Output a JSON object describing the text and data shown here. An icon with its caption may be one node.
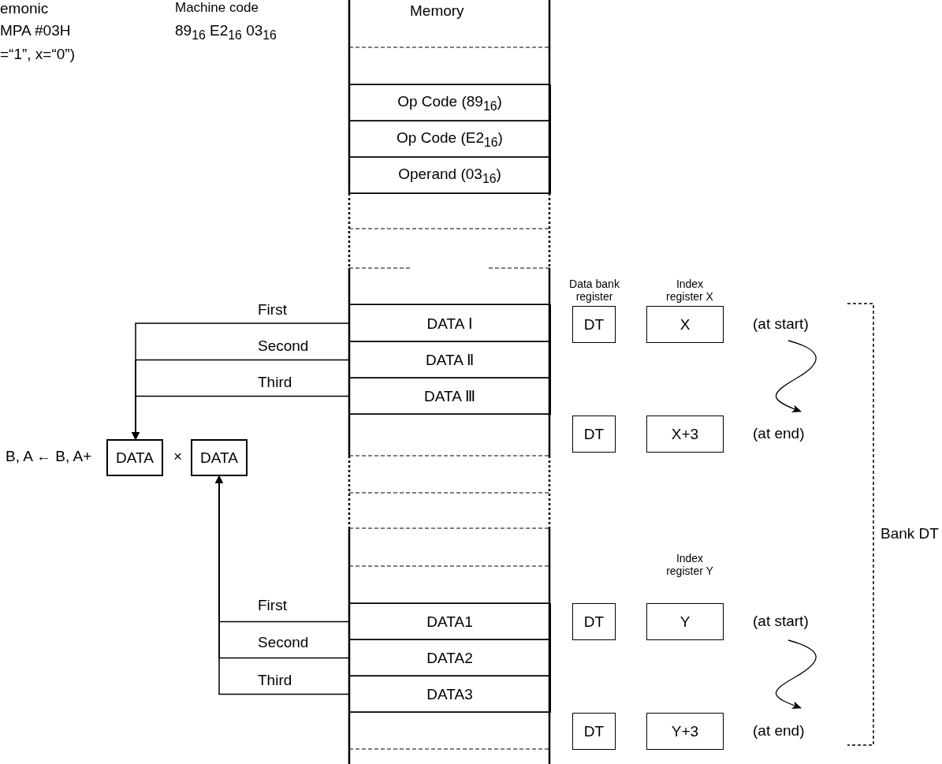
{
  "diagram": {
    "nodes": [
      {
        "text": [
          "Op Code  (89$_{16}$)"
        ]
      },
      {
        "text": [
          "Op Code  (E2$_{16}$)"
        ]
      },
      {
        "text": [
          "Operand  (03$_{16}$)"
        ]
      },
      {
        "text": [
          "DATA Ⅰ"
        ]
      },
      {
        "text": [
          "DATA Ⅱ"
        ]
      },
      {
        "text": [
          "DATA Ⅲ"
        ]
      },
      {
        "text": [
          "DATA1"
        ]
      },
      {
        "text": [
          "DATA2"
        ]
      },
      {
        "text": [
          "DATA3"
        ]
      },
      {
        "text": [
          "DATA"
        ]
      },
      {
        "text": [
          "DATA"
        ]
      },
      {
        "text": [
          "DT"
        ]
      },
      {
        "text": [
          "X"
        ],
        "beside": [
          "(at start)"
        ]
      },
      {
        "text": [
          "DT"
        ]
      },
      {
        "text": [
          "X+3"
        ],
        "beside": [
          "(at end)"
        ]
      },
      {
        "text": [
          "DT"
        ]
      },
      {
        "text": [
          "Y"
        ],
        "beside": [
          "(at start)"
        ]
      },
      {
        "text": [
          "DT"
        ]
      },
      {
        "text": [
          "Y+3"
        ],
        "beside": [
          "(at end)"
        ]
      }
    ],
    "edges": [
      {
        "from": 3,
        "to": 9,
        "arrow": "to",
        "label": "First"
      },
      {
        "from": 4,
        "to": 9,
        "arrow": "to",
        "label": "Second"
      },
      {
        "from": 5,
        "to": 9,
        "arrow": "to",
        "label": "Third"
      },
      {
        "from": 6,
        "to": 10,
        "arrow": "to",
        "label": "First"
      },
      {
        "from": 7,
        "to": 10,
        "arrow": "to",
        "label": "Second"
      },
      {
        "from": 8,
        "to": 10,
        "arrow": "to",
        "label": "Third"
      }
    ],
    "labels": [
      "emonic",
      "Machine code",
      "MPA  #03H",
      "=“1”, x=“0”)",
      "89$_{16}$  E2$_{16}$  03$_{16}$",
      "Memory",
      "Data bank register",
      "Index register X",
      "B, A ← B, A+",
      "×",
      "Index register Y",
      "Bank DT"
    ]
  }
}
